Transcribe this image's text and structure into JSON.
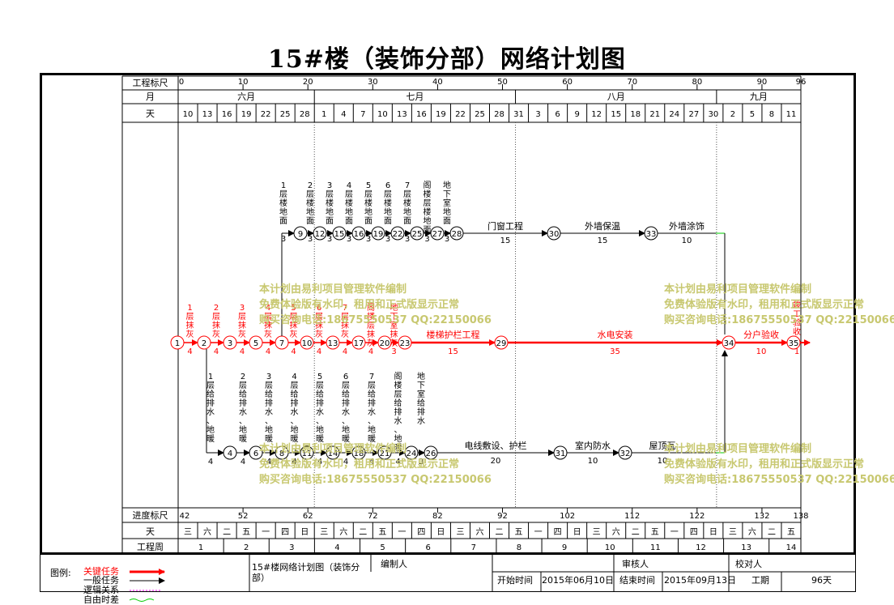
{
  "title": "15#楼（装饰分部）网络计划图",
  "header": {
    "scale_label": "工程标尺",
    "scale_ticks": [
      "0",
      "10",
      "20",
      "30",
      "40",
      "50",
      "60",
      "70",
      "80",
      "90",
      "96"
    ],
    "month_label": "月",
    "months": [
      "六月",
      "七月",
      "八月",
      "九月"
    ],
    "day_label": "天",
    "days": [
      "10",
      "13",
      "16",
      "19",
      "22",
      "25",
      "28",
      "1",
      "4",
      "7",
      "10",
      "13",
      "16",
      "19",
      "22",
      "25",
      "28",
      "31",
      "3",
      "6",
      "9",
      "12",
      "15",
      "18",
      "21",
      "24",
      "27",
      "30",
      "2",
      "5",
      "8",
      "11"
    ]
  },
  "footer": {
    "progress_label": "进度标尺",
    "progress_ticks": [
      "42",
      "52",
      "62",
      "72",
      "82",
      "92",
      "102",
      "112",
      "122",
      "132",
      "138"
    ],
    "weekday_label": "天",
    "weekdays": [
      "三",
      "六",
      "二",
      "五",
      "一",
      "四",
      "日",
      "三",
      "六",
      "二",
      "五",
      "一",
      "四",
      "日",
      "三",
      "六",
      "二",
      "五",
      "一",
      "四",
      "日",
      "三",
      "六",
      "二",
      "五",
      "一",
      "四",
      "日",
      "三",
      "六",
      "二",
      "五"
    ],
    "week_label": "工程周",
    "weeks": [
      "1",
      "2",
      "3",
      "4",
      "5",
      "6",
      "7",
      "8",
      "9",
      "10",
      "11",
      "12",
      "13",
      "14"
    ]
  },
  "nodes": {
    "critical": [
      "1",
      "2",
      "3",
      "5",
      "7",
      "10",
      "13",
      "17",
      "20",
      "23",
      "29",
      "34",
      "35"
    ],
    "upper": [
      "9",
      "12",
      "15",
      "16",
      "19",
      "22",
      "25",
      "27",
      "28",
      "30",
      "33"
    ],
    "lower": [
      "4",
      "6",
      "8",
      "11",
      "14",
      "18",
      "21",
      "24",
      "26",
      "31",
      "32"
    ]
  },
  "tasks": {
    "critical_tasks": [
      {
        "name": "1层抹灰",
        "dur": "4"
      },
      {
        "name": "2层抹灰",
        "dur": "4"
      },
      {
        "name": "3层抹灰",
        "dur": "4"
      },
      {
        "name": "4层抹灰",
        "dur": "4"
      },
      {
        "name": "5层抹灰",
        "dur": "4"
      },
      {
        "name": "6层抹灰",
        "dur": "4"
      },
      {
        "name": "7层抹灰",
        "dur": "4"
      },
      {
        "name": "阁楼层抹灰",
        "dur": "4"
      },
      {
        "name": "地下室抹灰",
        "dur": "3"
      },
      {
        "name": "楼梯护栏工程",
        "dur": "15"
      },
      {
        "name": "水电安装",
        "dur": "35"
      },
      {
        "name": "分户验收",
        "dur": "10"
      },
      {
        "name": "竣工验收",
        "dur": "1"
      }
    ],
    "upper_tasks": [
      {
        "name": "1层楼地面",
        "dur": "3"
      },
      {
        "name": "2层楼地面",
        "dur": "3"
      },
      {
        "name": "3层楼地面",
        "dur": "3"
      },
      {
        "name": "4层楼地面",
        "dur": "3"
      },
      {
        "name": "5层楼地面",
        "dur": "3"
      },
      {
        "name": "6层楼地面",
        "dur": "3"
      },
      {
        "name": "7层楼地面",
        "dur": "3"
      },
      {
        "name": "阁楼层楼地面",
        "dur": "3"
      },
      {
        "name": "地下室地面",
        "dur": "3"
      },
      {
        "name": "门窗工程",
        "dur": "15"
      },
      {
        "name": "外墙保温",
        "dur": "15"
      },
      {
        "name": "外墙涂饰",
        "dur": "10"
      }
    ],
    "lower_tasks": [
      {
        "name": "1层给排水、地暖",
        "dur": "4"
      },
      {
        "name": "2层给排水、地暖",
        "dur": "4"
      },
      {
        "name": "3层给排水、地暖",
        "dur": "4"
      },
      {
        "name": "4层给排水、地暖",
        "dur": "4"
      },
      {
        "name": "5层给排水、地暖",
        "dur": "4"
      },
      {
        "name": "6层给排水、地暖",
        "dur": "4"
      },
      {
        "name": "7层给排水、地暖",
        "dur": "4"
      },
      {
        "name": "阁楼层给排水、地暖",
        "dur": "4"
      },
      {
        "name": "地下室给排水",
        "dur": "3"
      },
      {
        "name": "电线敷设、护栏",
        "dur": "20"
      },
      {
        "name": "室内防水",
        "dur": "10"
      },
      {
        "name": "屋顶瓦",
        "dur": "10"
      }
    ]
  },
  "watermark": {
    "line1": "本计划由易利项目管理软件编制",
    "line2": "免费体验版有水印，租用和正式版显示正常",
    "line3": "购买咨询电话:18675550537 QQ:22150066"
  },
  "legend": {
    "label": "图例:",
    "items": [
      {
        "name": "关键任务",
        "color": "#ff0000"
      },
      {
        "name": "一般任务",
        "color": "#000000"
      },
      {
        "name": "逻辑关系",
        "color": "#ff00ff"
      },
      {
        "name": "自由时差",
        "color": "#00cc00"
      }
    ],
    "plan_name": "15#楼网络计划图（装饰分部）",
    "editor_label": "编制人",
    "reviewer_label": "审核人",
    "checker_label": "校对人",
    "start_label": "开始时间",
    "start_value": "2015年06月10日",
    "end_label": "结束时间",
    "end_value": "2015年09月13日",
    "period_label": "工期",
    "period_value": "96天"
  },
  "colors": {
    "critical": "#ff0000",
    "normal": "#000000",
    "watermark": "#c8c870",
    "float": "#00cc00"
  }
}
